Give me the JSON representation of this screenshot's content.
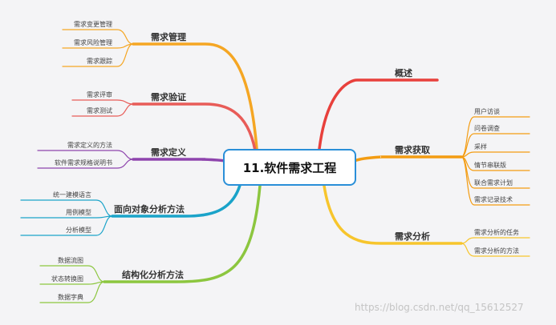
{
  "center": "11.软件需求工程",
  "branches": [
    {
      "id": "xqgl",
      "label": "需求管理",
      "color": "#f5a623",
      "items": [
        "需求变更管理",
        "需求风险管理",
        "需求跟踪"
      ]
    },
    {
      "id": "xqyz",
      "label": "需求验证",
      "color": "#e85c58",
      "items": [
        "需求评审",
        "需求测试"
      ]
    },
    {
      "id": "xqdy",
      "label": "需求定义",
      "color": "#8e44ad",
      "items": [
        "需求定义的方法",
        "软件需求规格说明书"
      ]
    },
    {
      "id": "mxdx",
      "label": "面向对象分析方法",
      "color": "#1aa3c9",
      "items": [
        "统一建模语言",
        "用例模型",
        "分析模型"
      ]
    },
    {
      "id": "jgh",
      "label": "结构化分析方法",
      "color": "#8cc63f",
      "items": [
        "数据流图",
        "状态转换图",
        "数据字典"
      ]
    },
    {
      "id": "gs",
      "label": "概述",
      "color": "#e8403c",
      "items": []
    },
    {
      "id": "xqhq",
      "label": "需求获取",
      "color": "#f39c12",
      "items": [
        "用户访谈",
        "问卷调查",
        "采样",
        "情节串联版",
        "联合需求计划",
        "需求记录技术"
      ]
    },
    {
      "id": "xqfx",
      "label": "需求分析",
      "color": "#f7c52c",
      "items": [
        "需求分析的任务",
        "需求分析的方法"
      ]
    }
  ],
  "watermark": "https://blog.csdn.net/qq_15612527"
}
